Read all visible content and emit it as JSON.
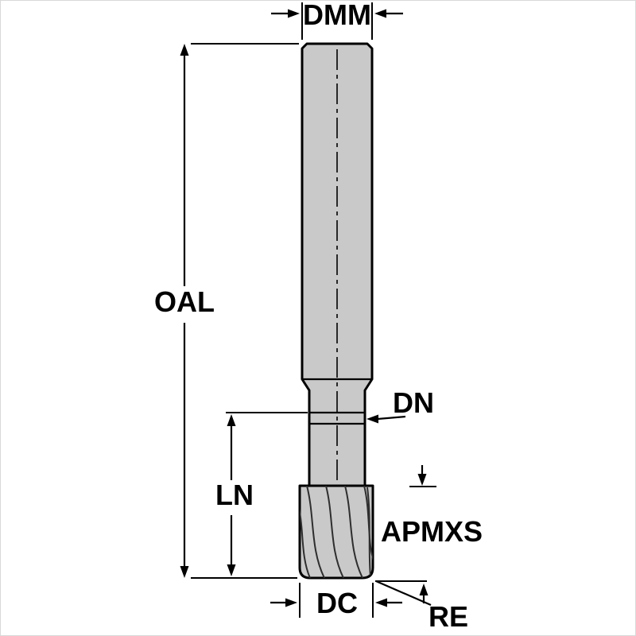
{
  "labels": {
    "dmm": "DMM",
    "oal": "OAL",
    "dn": "DN",
    "ln": "LN",
    "apmxs": "APMXS",
    "dc": "DC",
    "re": "RE"
  },
  "colors": {
    "tool_fill": "#c9c9c9",
    "outline": "#000000",
    "dimension": "#000000",
    "background": "#ffffff"
  }
}
